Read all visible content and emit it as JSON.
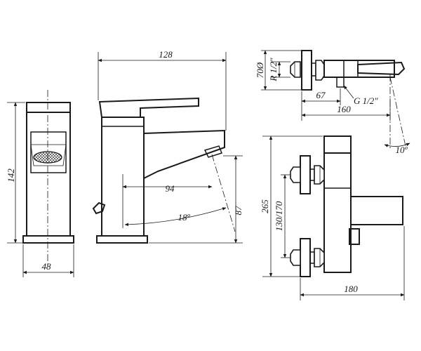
{
  "dimensions": {
    "width_side": "128",
    "height_front": "142",
    "base_width_front": "48",
    "reach_spout": "94",
    "spout_height": "87",
    "tilt_angle_side": "18º",
    "cap_diameter": "70Ø",
    "thread_inlet": "R 1/2\"",
    "inlet_offset": "67",
    "outlet_thread": "G 1/2\"",
    "body_length": "160",
    "spout_angle_top": "10º",
    "total_height_wall": "265",
    "center_distance": "130/170",
    "projection_wall": "180"
  }
}
